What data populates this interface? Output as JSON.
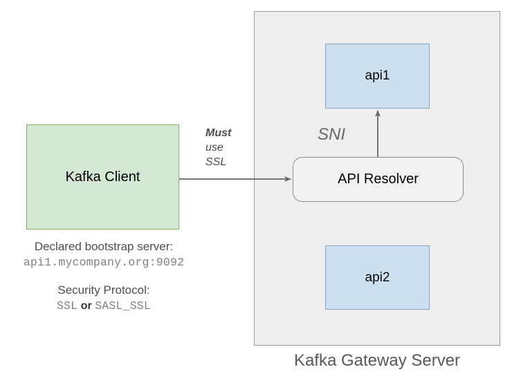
{
  "diagram": {
    "title_caption": "Kafka Gateway Server",
    "client": {
      "label": "Kafka Client",
      "fill": "#d5e8d4",
      "stroke": "#82b366"
    },
    "captions": {
      "bootstrap_title": "Declared bootstrap server:",
      "bootstrap_value": "api1.mycompany.org:9092",
      "security_title": "Security Protocol:",
      "security_option_1": "SSL",
      "security_joiner": "or",
      "security_option_2": "SASL_SSL"
    },
    "gateway": {
      "fill": "#eeeeee",
      "stroke": "#999999"
    },
    "nodes": [
      {
        "id": "api1",
        "label": "api1",
        "fill": "#cde0f2",
        "stroke": "#8ba3b8"
      },
      {
        "id": "api2",
        "label": "api2",
        "fill": "#cde0f2",
        "stroke": "#8ba3b8"
      }
    ],
    "resolver": {
      "label": "API Resolver",
      "fill": "#f2f2f2",
      "stroke": "#8c8c8c"
    },
    "edges": [
      {
        "id": "client-to-resolver",
        "label_line_1": "Must",
        "label_line_2": "use",
        "label_line_3": "SSL",
        "color": "#666666"
      },
      {
        "id": "resolver-to-api1",
        "label": "SNI",
        "color": "#666666"
      }
    ]
  }
}
